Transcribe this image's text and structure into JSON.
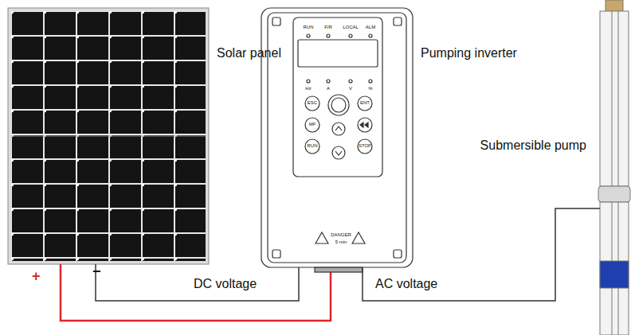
{
  "diagram": {
    "nodes": [
      {
        "text": [
          "Solar panel"
        ]
      },
      {
        "text": [
          "Pumping inverter"
        ]
      },
      {
        "text": [
          "Submersible pump"
        ]
      }
    ],
    "edges": [
      {
        "from": 0,
        "to": 1,
        "arrow": "none",
        "label": "DC voltage"
      },
      {
        "from": 1,
        "to": 2,
        "arrow": "none",
        "label": "AC voltage"
      }
    ],
    "labels": [
      "+",
      "−",
      "RUN",
      "F/R",
      "LOCAL",
      "ALM",
      "Hz",
      "A",
      "V",
      "%",
      "ESC",
      "ENT",
      "MF",
      "RUN",
      "STOP",
      "DANGER",
      "5 min"
    ]
  }
}
